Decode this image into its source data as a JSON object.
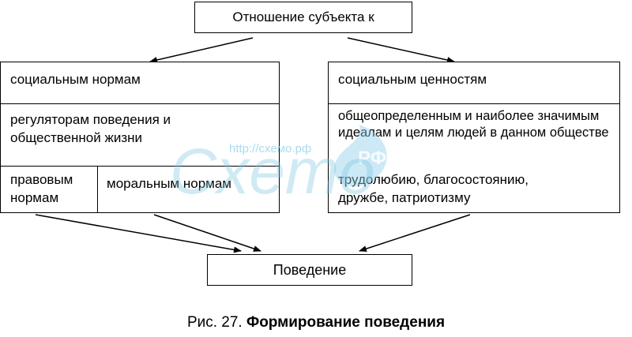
{
  "top": {
    "label": "Отношение субъекта к"
  },
  "left": {
    "header": "социальным нормам",
    "description": "регуляторам поведения и общественной жизни",
    "sub_left": "правовым нормам",
    "sub_right": "моральным нормам"
  },
  "right": {
    "header": "социальным ценностям",
    "description": "общеопределенным и наиболее значимым идеалам и целям людей в данном обществе",
    "examples": "трудолюбию, благосостоянию, дружбе, патриотизму"
  },
  "bottom": {
    "label": "Поведение"
  },
  "watermark": {
    "url": "http://схемо.рф",
    "word": "Cxemo",
    "tld": "РФ"
  },
  "caption": {
    "prefix": "Рис. 27.",
    "title": "Формирование поведения"
  }
}
